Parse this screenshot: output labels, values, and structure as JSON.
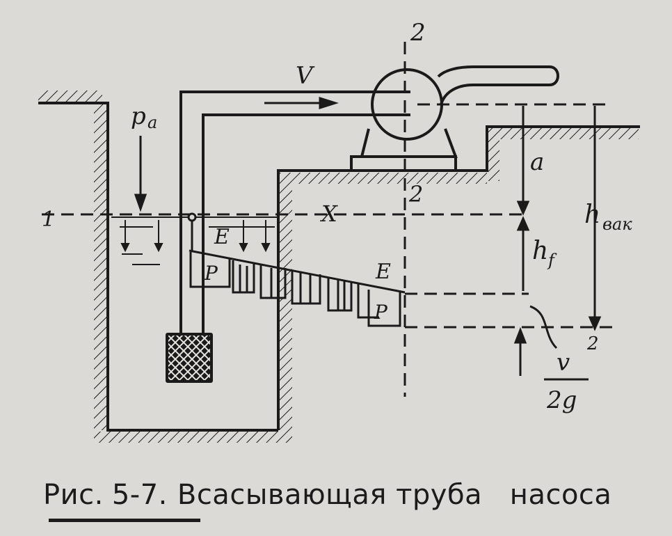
{
  "figure": {
    "labels": {
      "velocity": "V",
      "atm_pressure": "p",
      "atm_pressure_sub": "a",
      "section_2_top": "2",
      "section_2_mid": "2",
      "section_1": "1",
      "plane_x": "X",
      "energy_left": "E",
      "energy_right": "E",
      "pressure_left": "P",
      "pressure_right": "P",
      "dim_a": "a",
      "dim_hf": "h",
      "dim_hf_sub": "f",
      "dim_hvac": "h",
      "dim_hvac_sub": "вак",
      "velocity_head_num": "v",
      "velocity_head_exp": "2",
      "velocity_head_den": "2g"
    }
  },
  "caption": {
    "prefix": "Рис.",
    "number": "5-7.",
    "text": "Всасывающая труба   насоса"
  }
}
